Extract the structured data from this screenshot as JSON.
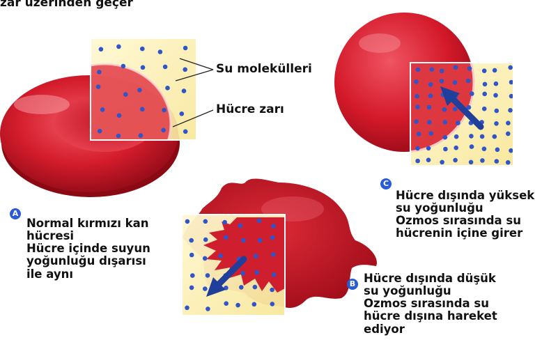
{
  "top_fragment": "zar üzerinden geçer",
  "labels": {
    "water_molecules": "Su molekülleri",
    "cell_membrane": "Hücre zarı"
  },
  "panels": {
    "a": {
      "badge": "A",
      "lines": [
        "Normal kırmızı kan",
        "hücresi",
        "Hücre içinde suyun",
        "yoğunluğu dışarısı",
        "ile aynı"
      ]
    },
    "b": {
      "badge": "B",
      "lines": [
        "Hücre dışında düşük",
        "su yoğunluğu",
        "Ozmos sırasında su",
        "hücre dışına hareket",
        "ediyor"
      ]
    },
    "c": {
      "badge": "C",
      "lines": [
        "Hücre dışında yüksek",
        "su yoğunluğu",
        "Ozmos sırasında su",
        "hücrenin içine girer"
      ]
    }
  },
  "colors": {
    "cell_red": "#d11a2a",
    "cell_dark": "#9e0c1a",
    "water_bg": "#fbf0b4",
    "molecule": "#2f55c8",
    "arrow": "#1f3f9a",
    "badge": "#2a5bd7"
  }
}
